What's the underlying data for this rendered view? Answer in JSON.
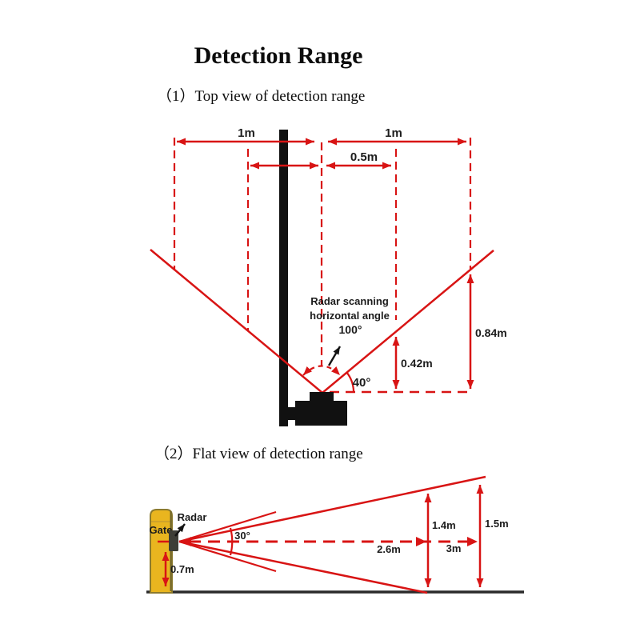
{
  "page": {
    "title": "Detection Range",
    "section1": "（1）Top view of detection range",
    "section2": "（2）Flat view of detection range"
  },
  "colors": {
    "accent_red": "#d81414",
    "ink": "#111111",
    "gate_fill": "#e9b51f",
    "gate_border": "#8c7a2e",
    "ground": "#2b2b2b"
  },
  "top_view": {
    "left_width": "1m",
    "right_width": "1m",
    "half_width": "0.5m",
    "scan_caption_line1": "Radar scanning",
    "scan_caption_line2": "horizontal angle",
    "scan_angle": "100°",
    "tilt_angle": "40°",
    "height_at_half": "0.42m",
    "height_at_full": "0.84m"
  },
  "flat_view": {
    "gate_label": "Gate",
    "radar_label": "Radar",
    "beam_angle": "30°",
    "mount_height": "0.7m",
    "near_distance": "2.6m",
    "far_distance": "3m",
    "height_near": "1.4m",
    "height_far": "1.5m"
  }
}
